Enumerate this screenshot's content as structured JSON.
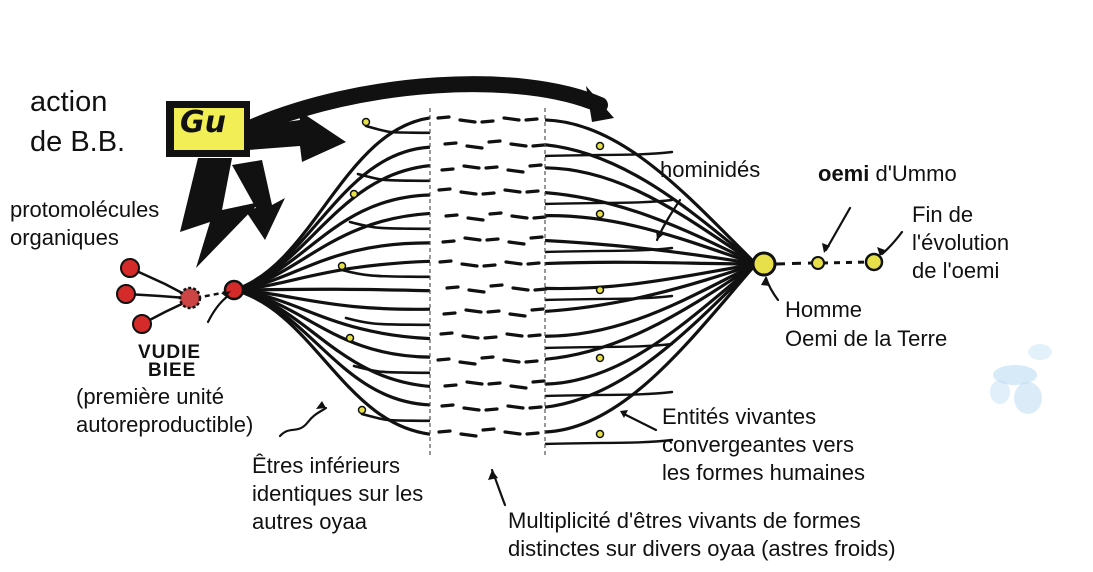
{
  "diagram": {
    "action_line1": "action",
    "action_line2": "de B.B.",
    "box_label": "Gu",
    "proto_line1": "protomolécules",
    "proto_line2": "organiques",
    "vudie_line1": "VUDIE",
    "vudie_line2": "BIEE",
    "premiere_line1": "(première unité",
    "premiere_line2": "autoreproductible)",
    "etres_line1": "Êtres inférieurs",
    "etres_line2": "identiques sur les",
    "etres_line3": "autres oyaa",
    "multi_line1": "Multiplicité d'êtres vivants de formes",
    "multi_line2": "distinctes sur divers oyaa (astres froids)",
    "entites_line1": "Entités vivantes",
    "entites_line2": "convergeantes vers",
    "entites_line3": "les formes humaines",
    "hominides": "hominidés",
    "oemi_bold": "oemi",
    "oemi_rest": " d'Ummo",
    "fin_line1": "Fin de",
    "fin_line2": "l'évolution",
    "fin_line3": "de l'oemi",
    "homme_line1": "Homme",
    "homme_line2": "Oemi de la Terre"
  },
  "colors": {
    "ink": "#111111",
    "box_fill": "#f2ee55",
    "node_red": "#d42a2a",
    "node_yellow": "#e8e04a",
    "blue_smudge": "#8fc3ea"
  }
}
